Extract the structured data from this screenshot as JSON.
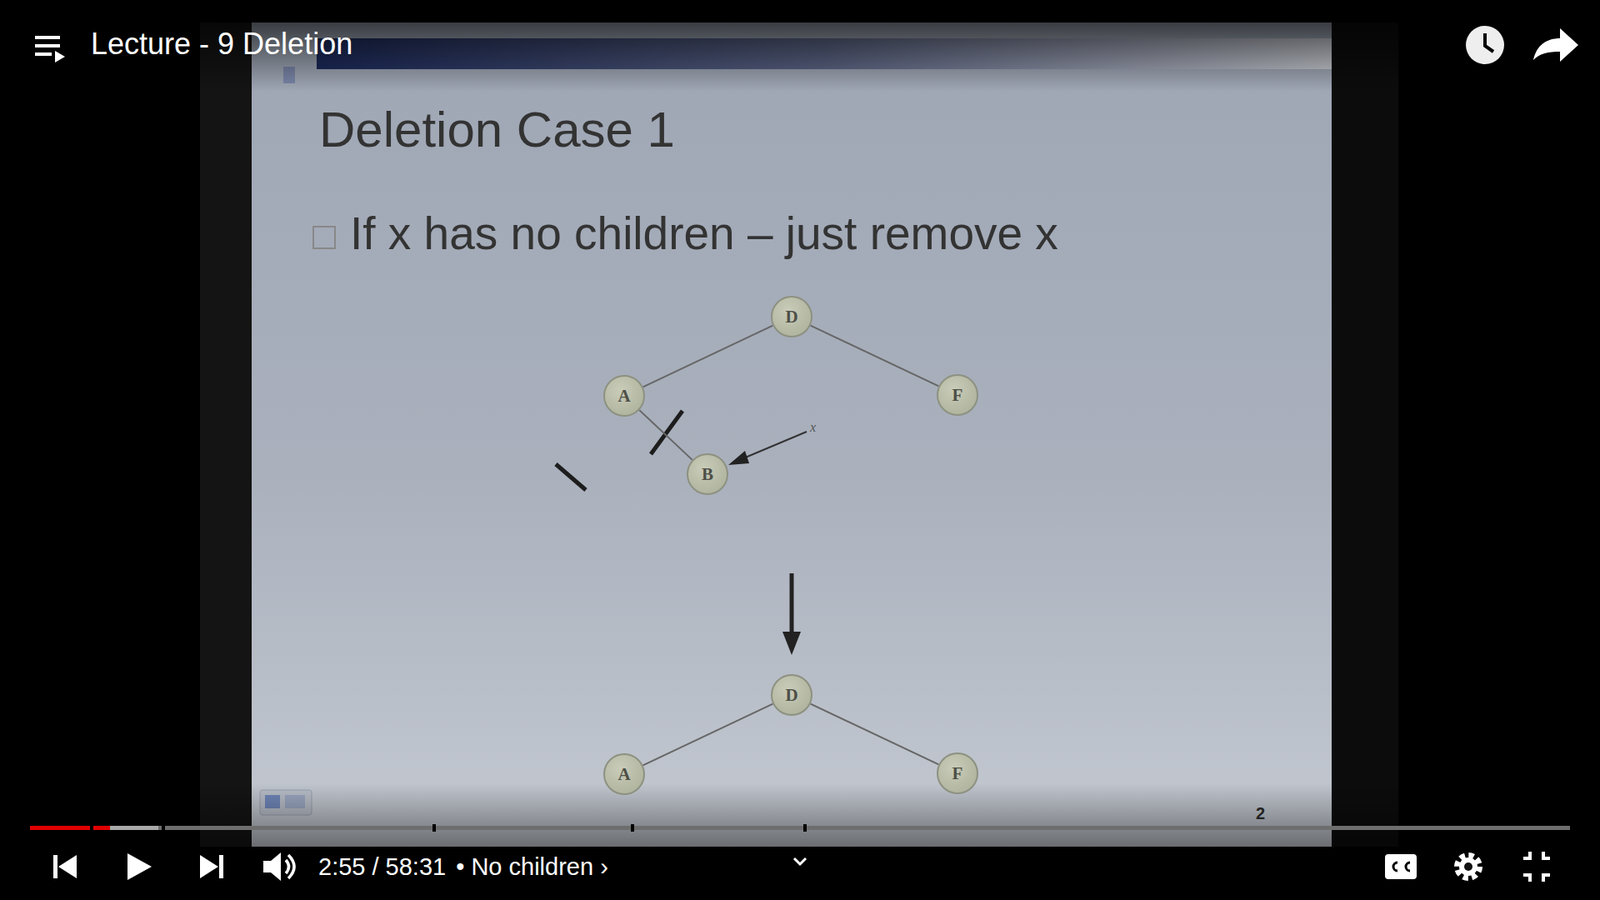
{
  "diagram": {
    "title": "Deletion Case 1",
    "nodes": [
      {
        "text": [
          "D"
        ]
      },
      {
        "text": [
          "A"
        ]
      },
      {
        "text": [
          "F"
        ]
      },
      {
        "text": [
          "B"
        ]
      },
      {
        "text": [
          "D"
        ]
      },
      {
        "text": [
          "A"
        ]
      },
      {
        "text": [
          "F"
        ]
      }
    ],
    "edges": [
      {
        "from": 0,
        "to": 1,
        "arrow": "none"
      },
      {
        "from": 0,
        "to": 2,
        "arrow": "none"
      },
      {
        "from": 1,
        "to": 3,
        "arrow": "none"
      },
      {
        "from": 4,
        "to": 5,
        "arrow": "none"
      },
      {
        "from": 4,
        "to": 6,
        "arrow": "none"
      }
    ],
    "labels": [
      "Lecture - 9 Deletion",
      "If x has no children – just remove x",
      "x",
      "2",
      "2:55 / 58:31",
      "• No children ›"
    ]
  }
}
